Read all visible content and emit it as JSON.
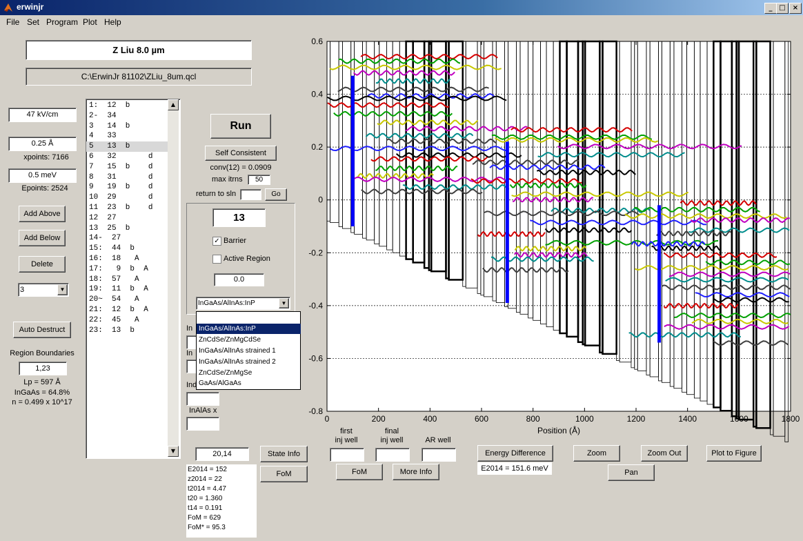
{
  "window": {
    "title": "erwinjr",
    "minimize": "_",
    "maximize": "□",
    "close": "×"
  },
  "menu": [
    "File",
    "Set",
    "Program",
    "Plot",
    "Help"
  ],
  "left": {
    "name": "Z Liu 8.0 µm",
    "path": "C:\\ErwinJr 81102\\ZLiu_8um.qcl",
    "field_value": "47 kV/cm",
    "step_value": "0.25 Å",
    "xpoints_label": "xpoints: 7166",
    "evalue": "0.5 meV",
    "epoints_label": "Epoints: 2524",
    "add_above": "Add Above",
    "add_below": "Add Below",
    "delete": "Delete",
    "combo_value": "3",
    "auto_destruct": "Auto Destruct",
    "region_label": "Region Boundaries",
    "region_value": "1,23",
    "lp": "Lp = 597 Å",
    "ingaas": "InGaAs = 64.8%",
    "n": "n = 0.499 x 10^17"
  },
  "layers": [
    "1:  12  b",
    "2-  34",
    "3   14  b",
    "4   33",
    "5   13  b",
    "6   32       d",
    "7   15  b    d",
    "8   31       d",
    "9   19  b    d",
    "10  29       d",
    "11  23  b    d",
    "12  27",
    "13  25  b",
    "14-  27",
    "15:  44  b",
    "16:  18   A",
    "17:   9  b  A",
    "18:  57   A",
    "19:  11  b  A",
    "20~  54   A",
    "21:  12  b  A",
    "22:  45   A",
    "23:  13  b"
  ],
  "selected_layer_index": 4,
  "mid": {
    "run": "Run",
    "self_consistent": "Self Consistent",
    "conv": "conv(12) = 0.0909",
    "max_itrns_label": "max itrns",
    "max_itrns_value": "50",
    "return_label": "return to sln",
    "go": "Go",
    "layer_num": "13",
    "barrier": "Barrier",
    "active_region": "Active Region",
    "doping": "0.0",
    "material_selected": "InGaAs/AlInAs:InP",
    "material_options": [
      "InGaAs/AlInAs:InP",
      "ZnCdSe/ZnMgCdSe",
      "InGaAs/AlInAs strained 1",
      "InGaAs/AlInAs strained 2",
      "ZnCdSe/ZnMgSe",
      "GaAs/AlGaAs"
    ],
    "frag_in1": "In",
    "frag_in2": "In",
    "frag_ind": "Ind",
    "inalas_x": "InAlAs x",
    "state_pair": "20,14",
    "state_info": "State Info",
    "fom": "FoM"
  },
  "results": [
    "E2014 = 152",
    "z2014 = 22",
    "t2014 = 4.47",
    "t20 = 1.360",
    "t14 = 0.191",
    "FoM = 629",
    "FoM* = 95.3"
  ],
  "bottom": {
    "first_inj_1": "first",
    "first_inj_2": "inj well",
    "final_inj_1": "final",
    "final_inj_2": "inj well",
    "ar_well": "AR well",
    "fom2": "FoM",
    "more_info": "More Info",
    "energy_diff": "Energy Difference",
    "energy_result": "E2014 = 151.6 meV",
    "zoom": "Zoom",
    "zoom_out": "Zoom Out",
    "plot_to_figure": "Plot to Figure",
    "pan": "Pan"
  },
  "chart_data": {
    "type": "line",
    "title": "",
    "xlabel": "Position (Å)",
    "ylabel": "",
    "xlim": [
      0,
      1800
    ],
    "ylim": [
      -0.8,
      0.6
    ],
    "xticks": [
      0,
      200,
      400,
      600,
      800,
      1000,
      1200,
      1400,
      1600,
      1800
    ],
    "yticks": [
      -0.8,
      -0.6,
      -0.4,
      -0.2,
      0,
      0.2,
      0.4,
      0.6
    ],
    "ytick_labels": [
      "-0.8",
      "-0.6",
      "-0.4",
      "-0.2",
      "0",
      "0.2",
      "0.4",
      "0.6"
    ],
    "dashed_grid_y": [
      -0.6,
      -0.4,
      -0.2,
      0,
      0.2,
      0.4
    ],
    "slope_per_A": -0.00047,
    "wells_per_period": 12,
    "period_starts": [
      0,
      597,
      1194
    ],
    "state_colors": [
      "#d40000",
      "#00a000",
      "#c8c800",
      "#c000c0",
      "#008c8c",
      "#404040",
      "#2020ff",
      "#000000"
    ]
  }
}
